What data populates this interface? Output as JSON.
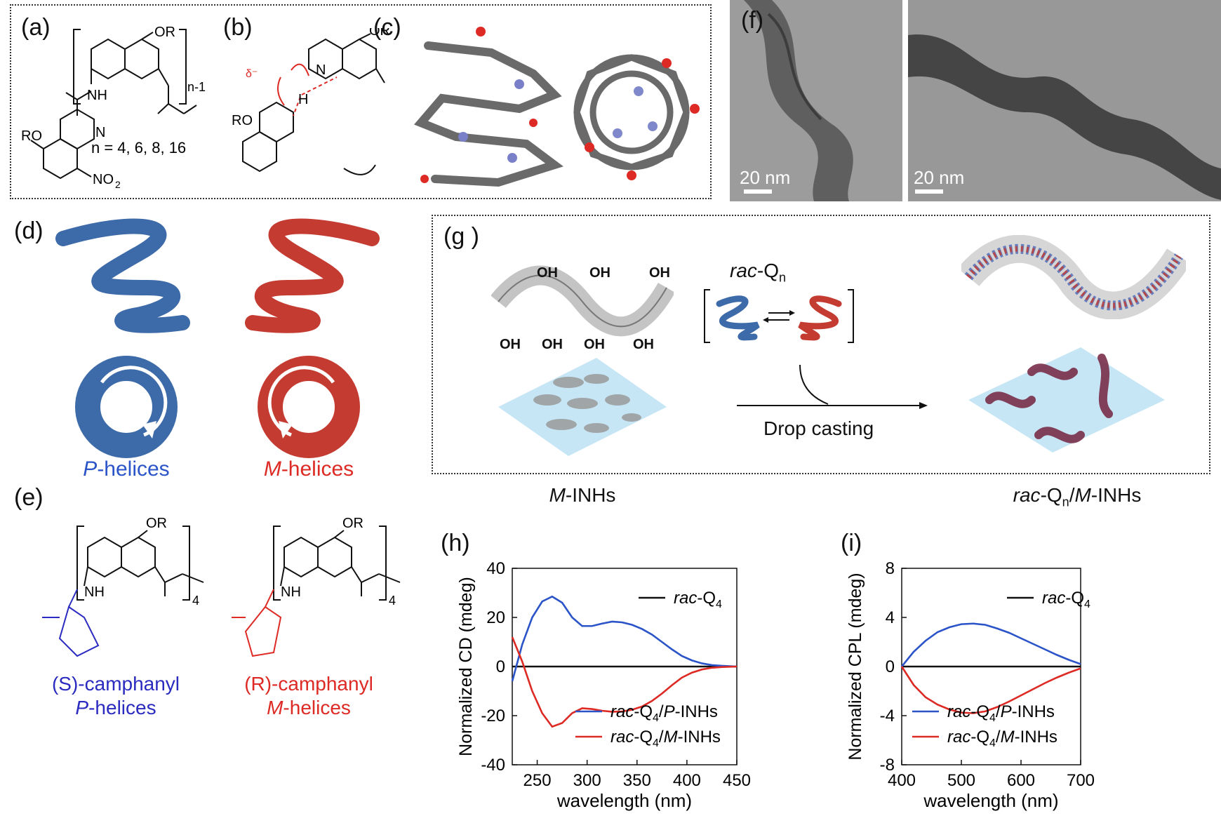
{
  "panels": {
    "a": {
      "label": "(a)",
      "or": "OR",
      "nh": "NH",
      "ro": "RO",
      "n_values": "n = 4, 6, 8, 16",
      "repeat": "n-1",
      "nitro": "NO",
      "nitro_sub": "2",
      "n_atom": "N"
    },
    "b": {
      "label": "(b)",
      "or": "OR",
      "ro": "RO",
      "nh": "N",
      "h": "H",
      "delta_minus": "δ⁻"
    },
    "c": {
      "label": "(c)"
    },
    "d": {
      "label": "(d)",
      "p_caption_italic": "P",
      "p_caption_rest": "-helices",
      "m_caption_italic": "M",
      "m_caption_rest": "-helices"
    },
    "e": {
      "label": "(e)",
      "or": "OR",
      "nh": "NH",
      "repeat": "4",
      "s_caption": "(S)-camphanyl",
      "s_sub_italic": "P",
      "s_sub_rest": "-helices",
      "r_caption": "(R)-camphanyl",
      "r_sub_italic": "M",
      "r_sub_rest": "-helices"
    },
    "f": {
      "label": "(f)",
      "scale1": "20 nm",
      "scale2": "20 nm"
    },
    "g": {
      "label": "(g )",
      "oh": "OH",
      "left_italic": "M",
      "left_rest": "-INHs",
      "rac_italic": "rac",
      "rac_rest": "-Q",
      "rac_sub": "n",
      "arrow_label": "Drop casting",
      "right_italic1": "rac",
      "right_mid": "-Q",
      "right_sub": "n",
      "right_italic2": "M",
      "right_rest": "-INHs"
    },
    "h": {
      "label": "(h)"
    },
    "i": {
      "label": "(i)"
    }
  },
  "colors": {
    "blue": "#2b54c9",
    "red": "#dd2a24",
    "black": "#111111",
    "helix_blue": "#3d6aa8",
    "helix_red": "#c43b31",
    "substrate": "#c6e6f6"
  },
  "chart_data": [
    {
      "type": "line",
      "panel": "h",
      "xlabel": "wavelength (nm)",
      "ylabel": "Normalized CD (mdeg)",
      "xlim": [
        225,
        450
      ],
      "ylim": [
        -40,
        40
      ],
      "xticks": [
        250,
        300,
        350,
        400,
        450
      ],
      "yticks": [
        -40,
        -20,
        0,
        20,
        40
      ],
      "legend": "top-right and bottom-right",
      "series": [
        {
          "name": "rac-Q4",
          "name_italic": "rac",
          "name_rest": "-Q",
          "name_sub": "4",
          "name_tail": "",
          "color": "#111111",
          "x": [
            225,
            250,
            300,
            350,
            400,
            450
          ],
          "y": [
            0,
            0,
            0,
            0,
            0,
            0
          ]
        },
        {
          "name": "rac-Q4/P-INHs",
          "name_italic": "rac",
          "name_rest": "-Q",
          "name_sub": "4",
          "name_tail": "/",
          "name_italic2": "P",
          "name_tail2": "-INHs",
          "color": "#2b54c9",
          "x": [
            225,
            235,
            245,
            255,
            265,
            275,
            285,
            295,
            305,
            315,
            325,
            335,
            345,
            355,
            365,
            375,
            385,
            395,
            405,
            415,
            425,
            435,
            450
          ],
          "y": [
            -6,
            9,
            20,
            26.5,
            28.5,
            26,
            20,
            16.5,
            16.5,
            17.5,
            18.3,
            18,
            17,
            15.3,
            13,
            10,
            7,
            4.3,
            2.5,
            1.3,
            0.6,
            0.3,
            0
          ]
        },
        {
          "name": "rac-Q4/M-INHs",
          "name_italic": "rac",
          "name_rest": "-Q",
          "name_sub": "4",
          "name_tail": "/",
          "name_italic2": "M",
          "name_tail2": "-INHs",
          "color": "#dd2a24",
          "x": [
            225,
            235,
            245,
            255,
            265,
            275,
            285,
            295,
            305,
            315,
            325,
            335,
            345,
            355,
            365,
            375,
            385,
            395,
            405,
            415,
            425,
            435,
            450
          ],
          "y": [
            12,
            2,
            -10,
            -19,
            -24.5,
            -23,
            -19,
            -17,
            -17.3,
            -18,
            -18.4,
            -18.3,
            -17.6,
            -16.3,
            -14,
            -11,
            -7.6,
            -4.5,
            -2.5,
            -1.2,
            -0.5,
            -0.2,
            0
          ]
        }
      ]
    },
    {
      "type": "line",
      "panel": "i",
      "xlabel": "wavelength (nm)",
      "ylabel": "Normalized CPL (mdeg)",
      "xlim": [
        400,
        700
      ],
      "ylim": [
        -8,
        8
      ],
      "xticks": [
        400,
        500,
        600,
        700
      ],
      "yticks": [
        -8,
        -4,
        0,
        4,
        8
      ],
      "legend": "top-right and bottom-right",
      "series": [
        {
          "name": "rac-Q4",
          "name_italic": "rac",
          "name_rest": "-Q",
          "name_sub": "4",
          "name_tail": "",
          "color": "#111111",
          "x": [
            400,
            500,
            600,
            700
          ],
          "y": [
            0,
            0,
            0,
            0
          ]
        },
        {
          "name": "rac-Q4/P-INHs",
          "name_italic": "rac",
          "name_rest": "-Q",
          "name_sub": "4",
          "name_tail": "/",
          "name_italic2": "P",
          "name_tail2": "-INHs",
          "color": "#2b54c9",
          "x": [
            400,
            420,
            440,
            460,
            480,
            500,
            520,
            540,
            560,
            580,
            600,
            620,
            640,
            660,
            680,
            700
          ],
          "y": [
            0,
            1.2,
            2.1,
            2.8,
            3.2,
            3.45,
            3.5,
            3.4,
            3.1,
            2.75,
            2.3,
            1.85,
            1.4,
            0.95,
            0.55,
            0.2
          ]
        },
        {
          "name": "rac-Q4/M-INHs",
          "name_italic": "rac",
          "name_rest": "-Q",
          "name_sub": "4",
          "name_tail": "/",
          "name_italic2": "M",
          "name_tail2": "-INHs",
          "color": "#dd2a24",
          "x": [
            400,
            420,
            440,
            460,
            480,
            500,
            520,
            540,
            560,
            580,
            600,
            620,
            640,
            660,
            680,
            700
          ],
          "y": [
            0,
            -1.5,
            -2.5,
            -3.1,
            -3.5,
            -3.75,
            -3.8,
            -3.65,
            -3.3,
            -2.85,
            -2.35,
            -1.85,
            -1.35,
            -0.9,
            -0.5,
            -0.15
          ]
        }
      ]
    }
  ]
}
